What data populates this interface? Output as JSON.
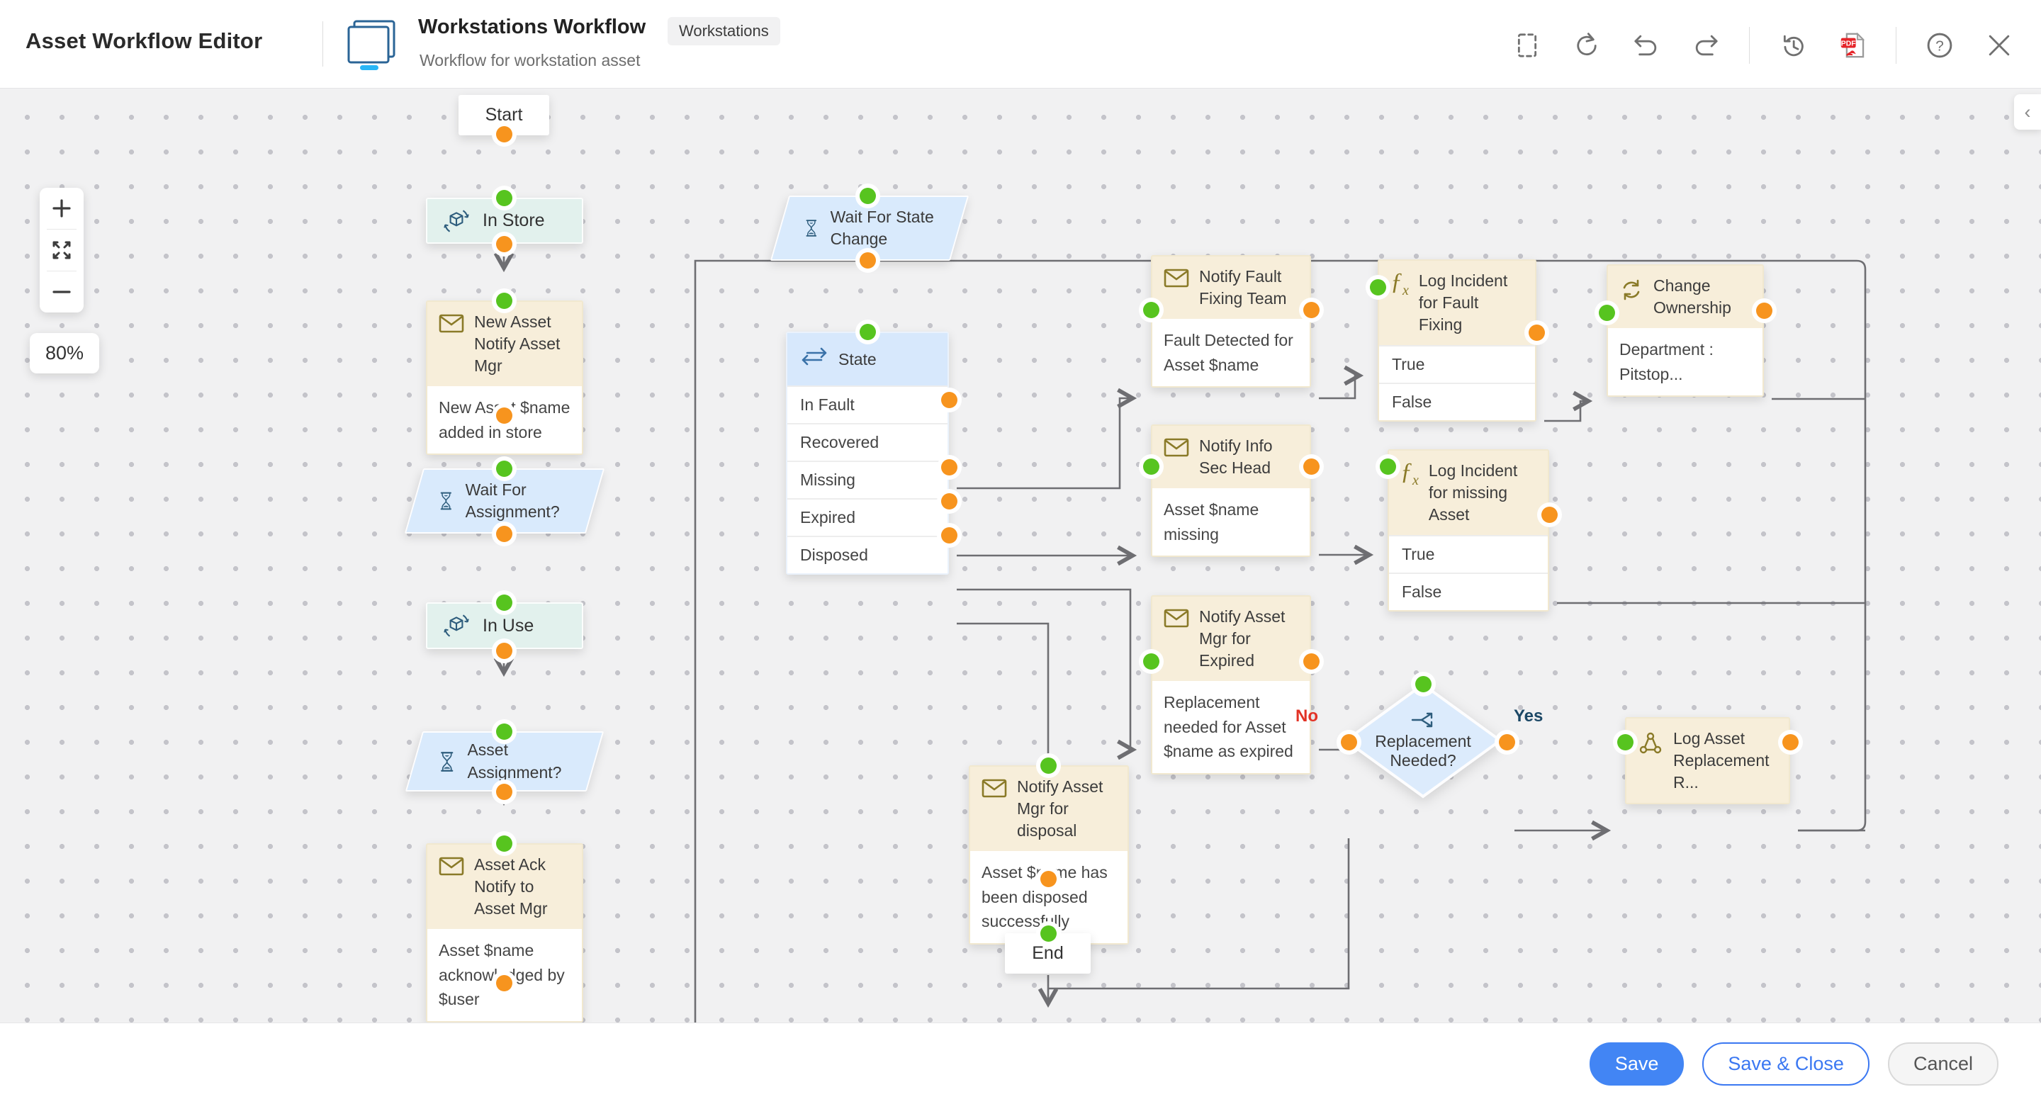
{
  "header": {
    "app_title": "Asset Workflow Editor",
    "workflow_title": "Workstations Workflow",
    "workflow_badge": "Workstations",
    "workflow_subtitle": "Workflow for workstation asset",
    "toolbar_icons": [
      "marquee-select",
      "refresh",
      "undo",
      "redo",
      "history",
      "export-pdf",
      "help",
      "close"
    ]
  },
  "canvas": {
    "zoom_level": "80%",
    "edge_labels": {
      "yes": "Yes",
      "no": "No"
    },
    "nodes": {
      "start": {
        "label": "Start"
      },
      "in_store": {
        "label": "In Store"
      },
      "new_asset_notify": {
        "title": "New Asset Notify Asset Mgr",
        "body": "New  Asset $name added in store"
      },
      "wait_for_assignment": {
        "label": "Wait For Assignment?"
      },
      "in_use": {
        "label": "In Use"
      },
      "asset_assignment": {
        "label": "Asset Assignment?"
      },
      "asset_ack": {
        "title": "Asset Ack Notify to Asset Mgr",
        "body": "Asset $name acknowledged by $user"
      },
      "wait_for_state_change": {
        "label": "Wait For State Change"
      },
      "state": {
        "label": "State",
        "rows": [
          "In Fault",
          "Recovered",
          "Missing",
          "Expired",
          "Disposed"
        ]
      },
      "notify_fault": {
        "title": "Notify Fault Fixing Team",
        "body": "Fault Detected for Asset $name"
      },
      "log_incident_fault": {
        "title": "Log Incident for Fault Fixing",
        "rows": [
          "True",
          "False"
        ]
      },
      "change_ownership": {
        "title": "Change Ownership",
        "body": "Department : Pitstop..."
      },
      "notify_infosec": {
        "title": "Notify Info Sec Head",
        "body": "Asset $name  missing"
      },
      "log_incident_missing": {
        "title": "Log Incident for missing Asset",
        "rows": [
          "True",
          "False"
        ]
      },
      "notify_expired": {
        "title": "Notify Asset Mgr for Expired",
        "body": "Replacement needed for Asset $name as expired"
      },
      "replacement_needed": {
        "label": "Replacement Needed?"
      },
      "log_asset_replacement": {
        "title": "Log Asset Replacement R..."
      },
      "notify_disposal": {
        "title": "Notify Asset Mgr for disposal",
        "body": "Asset $name has been disposed successfully"
      },
      "end": {
        "label": "End"
      }
    }
  },
  "footer": {
    "save": "Save",
    "save_and_close": "Save & Close",
    "cancel": "Cancel"
  },
  "colors": {
    "accent_blue": "#4285f4",
    "node_header_beige": "#f7eeda",
    "node_state_teal": "#e2f1ed",
    "node_blue": "#d9eafc",
    "port_out_orange": "#f7941e",
    "port_in_green": "#57c41f",
    "wire_gray": "#6e6e72",
    "label_no_red": "#e23326",
    "label_yes_navy": "#1c4866"
  }
}
